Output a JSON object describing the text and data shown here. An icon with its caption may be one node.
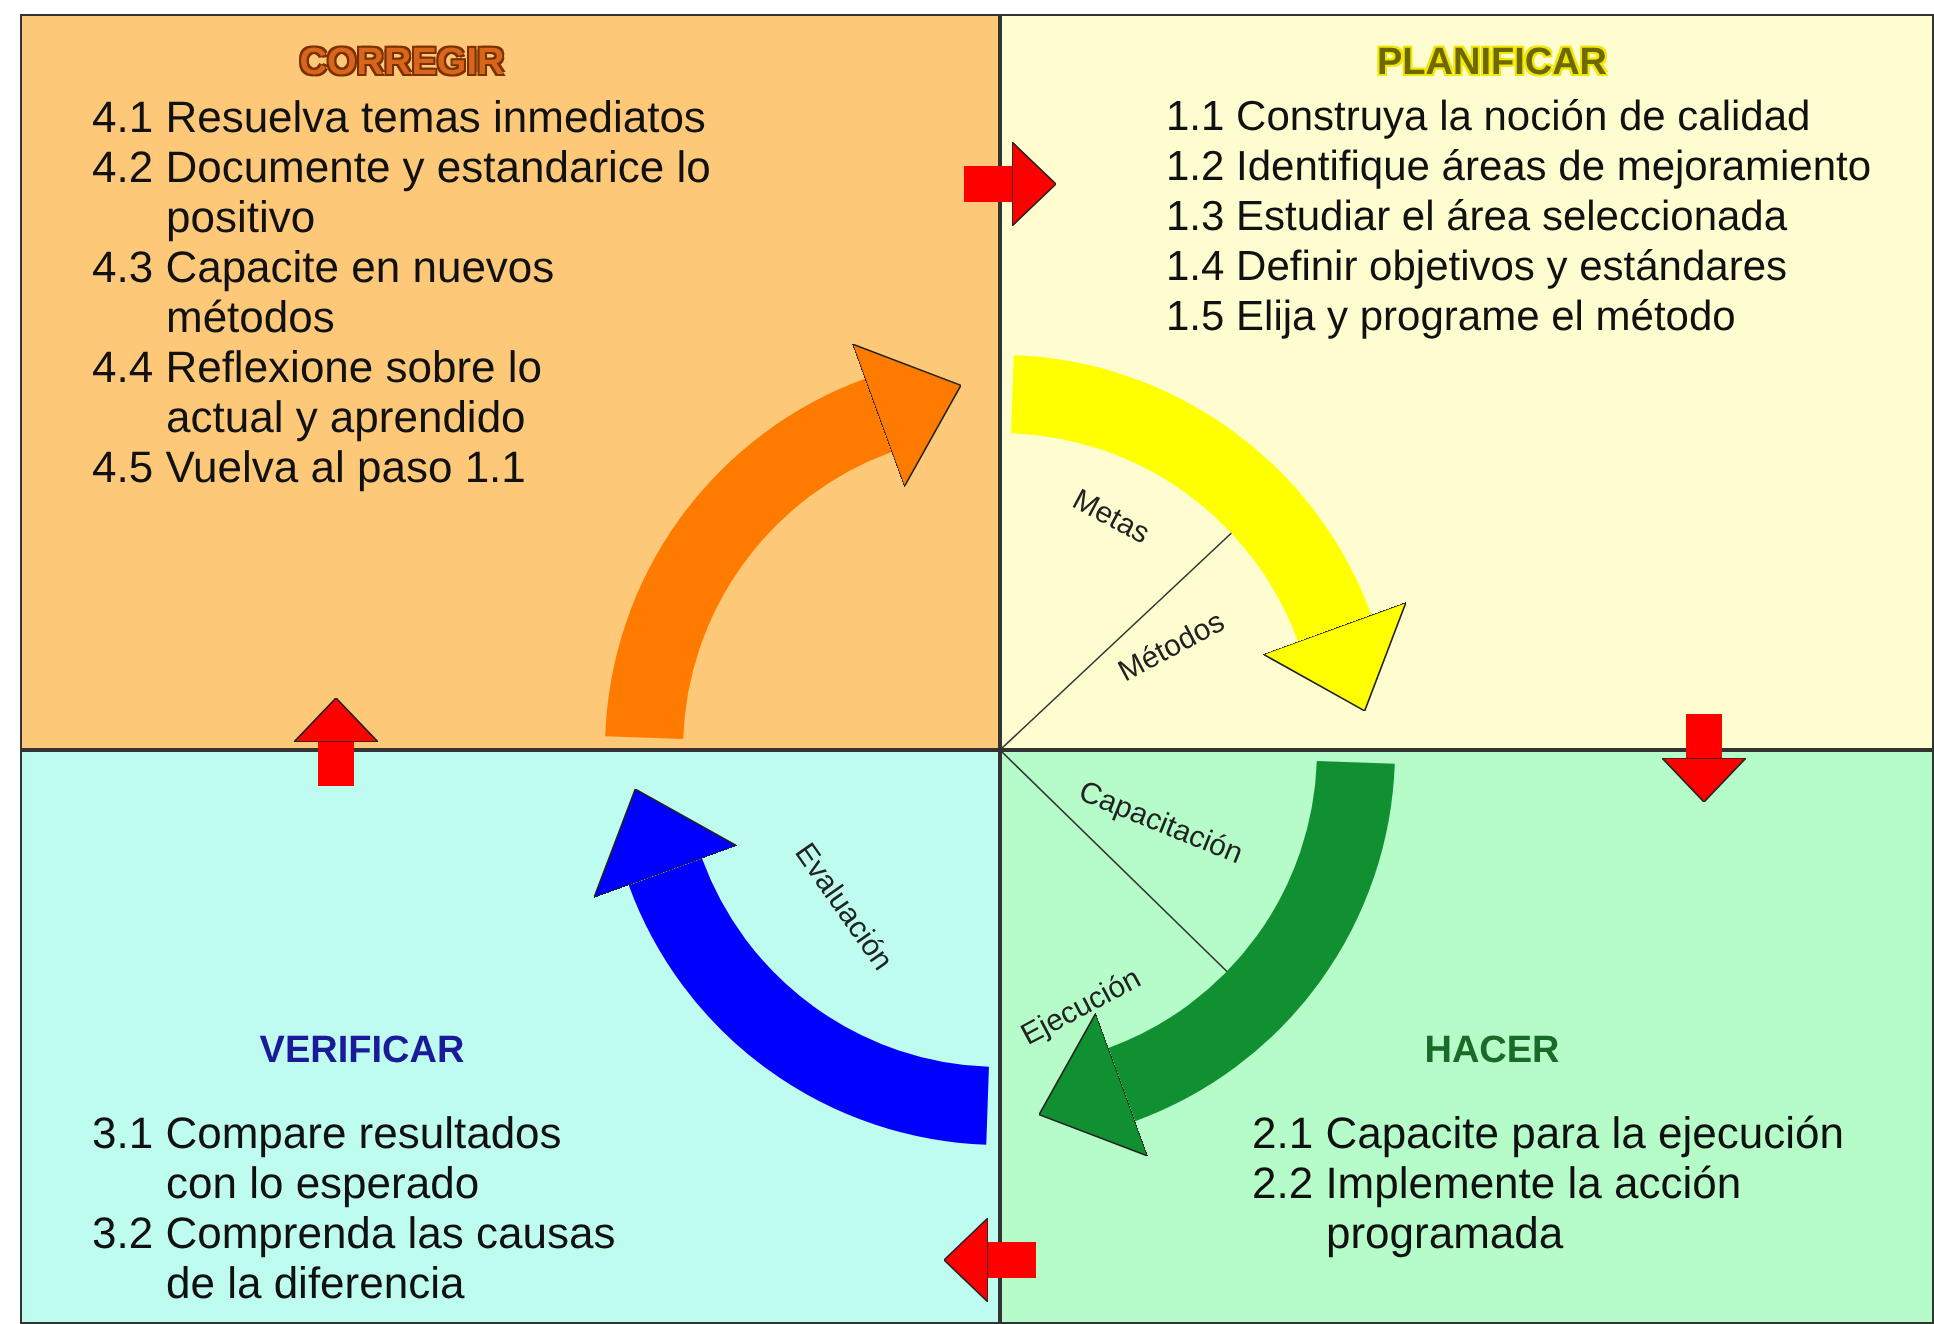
{
  "diagram": {
    "nodes": [
      {
        "text": [
          "CORREGIR",
          "4.1 Resuelva temas inmediatos",
          "4.2 Documente y estandarice lo positivo",
          "4.3 Capacite en nuevos métodos",
          "4.4 Reflexione sobre lo actual y aprendido",
          "4.5 Vuelva al paso 1.1"
        ]
      },
      {
        "text": [
          "PLANIFICAR",
          "1.1 Construya la noción de calidad",
          "1.2 Identifique áreas de mejoramiento",
          "1.3 Estudiar el área seleccionada",
          "1.4 Definir objetivos y estándares",
          "1.5 Elija y programe el método"
        ]
      },
      {
        "text": [
          "VERIFICAR",
          "3.1 Compare resultados con lo esperado",
          "3.2 Comprenda las causas de la diferencia"
        ]
      },
      {
        "text": [
          "HACER",
          "2.1 Capacite para la ejecución",
          "2.2 Implemente la acción programada"
        ]
      }
    ],
    "edges": [
      {
        "from": 0,
        "to": 1,
        "arrow": "to",
        "style": "thick",
        "color": "#ff7b00"
      },
      {
        "from": 1,
        "to": 3,
        "arrow": "to",
        "style": "thick",
        "color": "#ffff00"
      },
      {
        "from": 3,
        "to": 2,
        "arrow": "to",
        "style": "thick",
        "color": "#109030"
      },
      {
        "from": 2,
        "to": 0,
        "arrow": "to",
        "style": "thick",
        "color": "#0000ff"
      },
      {
        "from": 0,
        "to": 1,
        "arrow": "to",
        "color": "#ff0000"
      },
      {
        "from": 1,
        "to": 3,
        "arrow": "to",
        "color": "#ff0000"
      },
      {
        "from": 3,
        "to": 2,
        "arrow": "to",
        "color": "#ff0000"
      },
      {
        "from": 2,
        "to": 0,
        "arrow": "to",
        "color": "#ff0000"
      }
    ],
    "labels": [
      "Metas",
      "Métodos",
      "Capacitación",
      "Evaluación",
      "Ejecución"
    ]
  }
}
